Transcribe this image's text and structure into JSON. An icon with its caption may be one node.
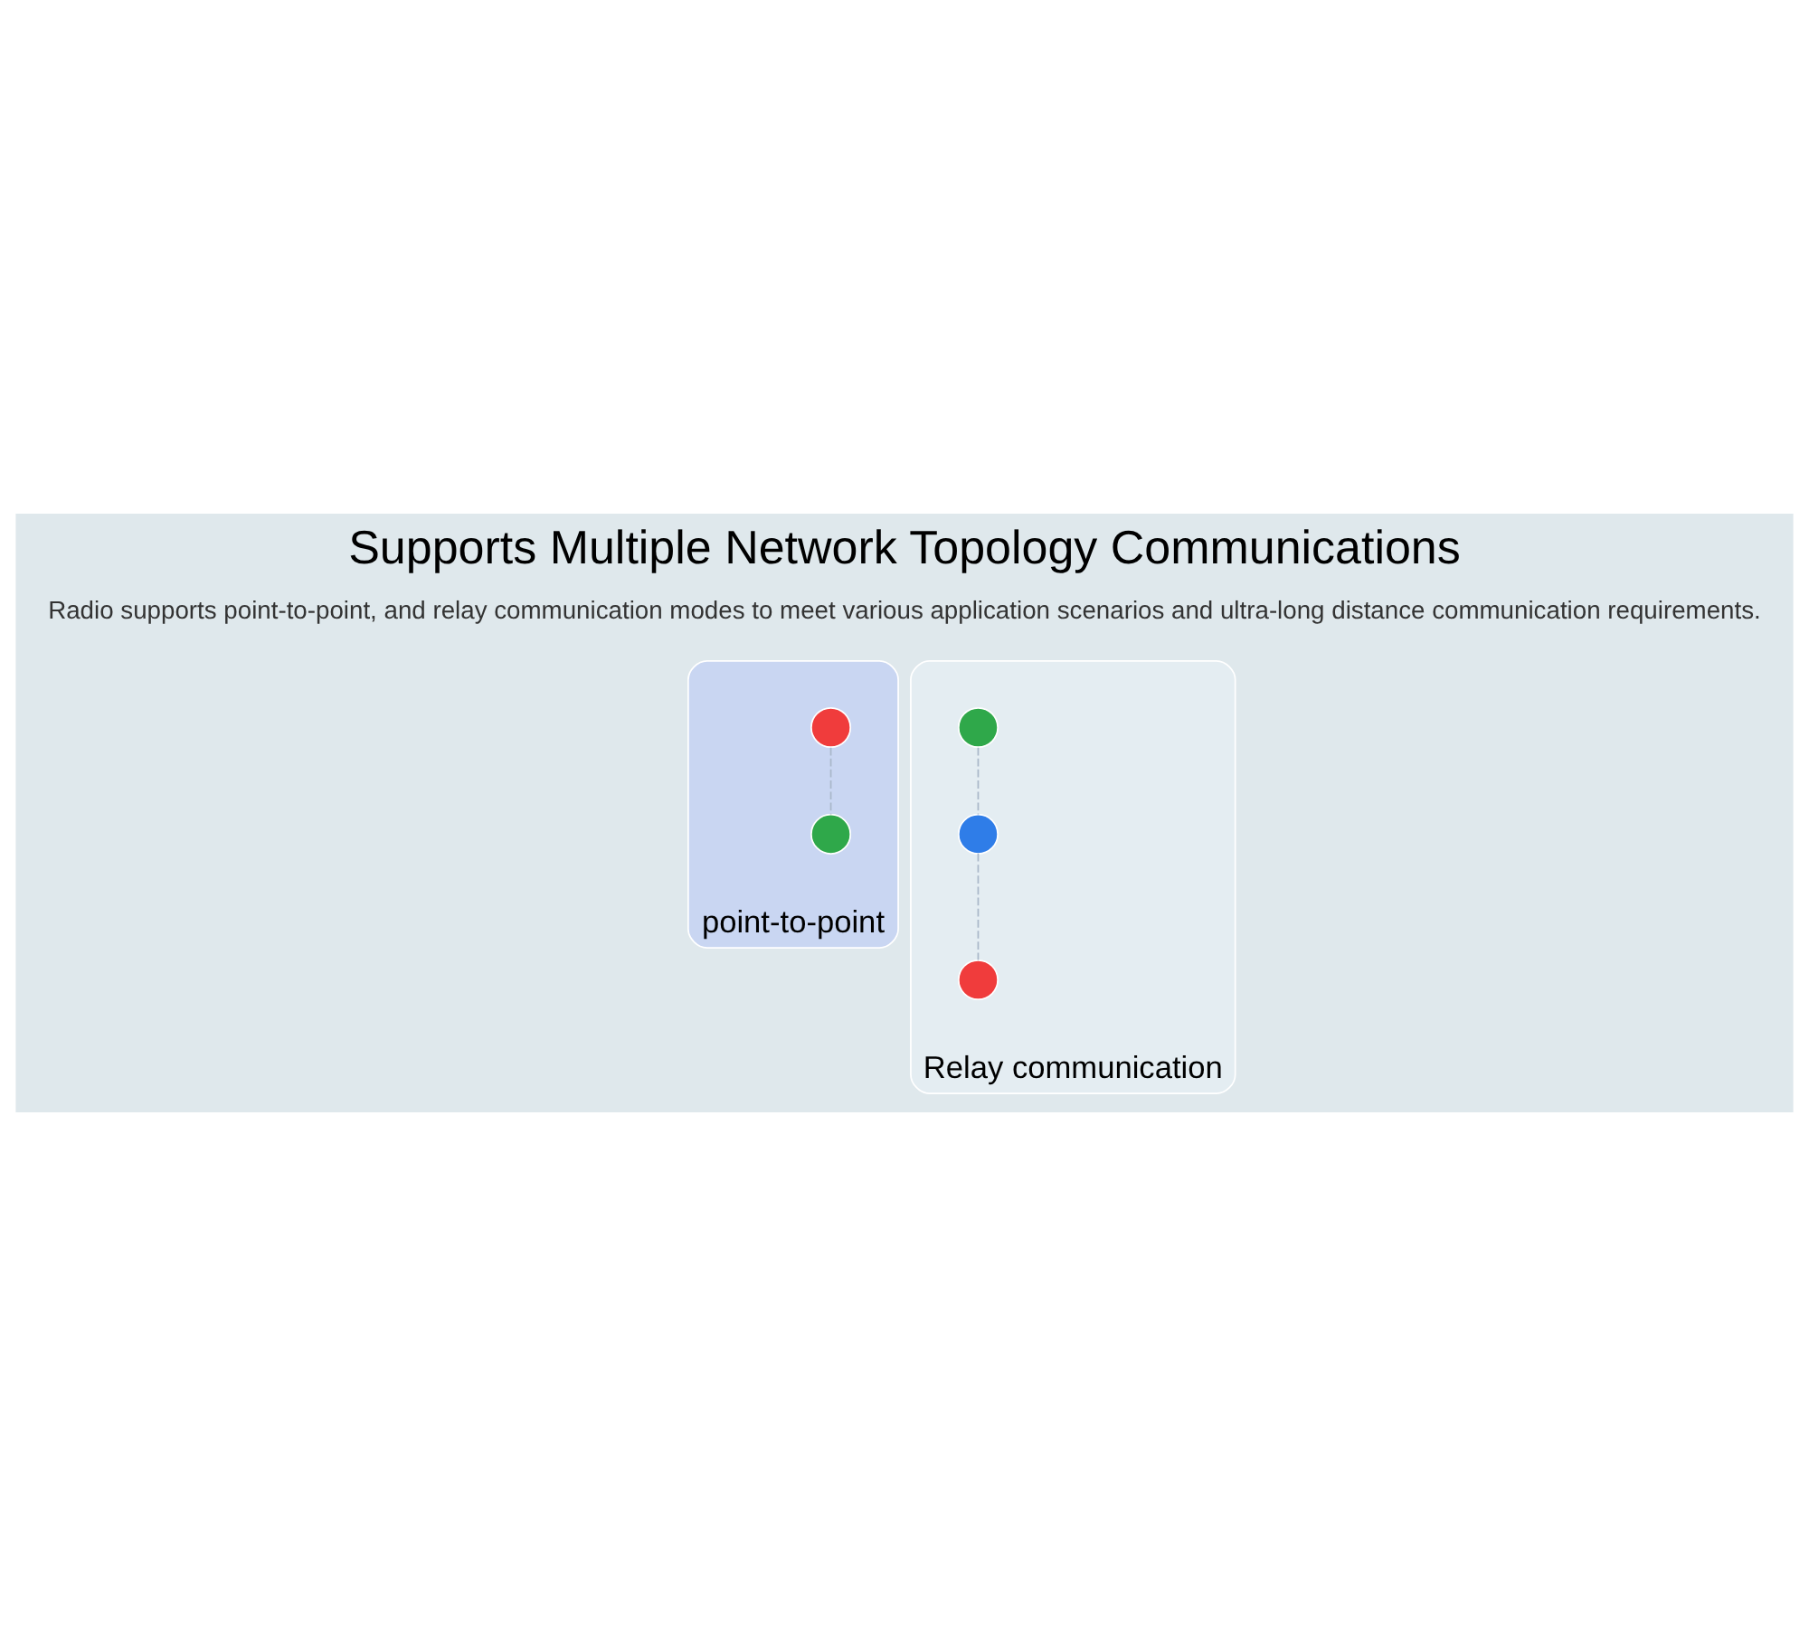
{
  "diagram": {
    "title": "Supports Multiple Network Topology Communications",
    "nodes": [
      {
        "text": [
          "point-to-point"
        ]
      },
      {
        "text": [],
        "shape": "circle",
        "in": 0
      },
      {
        "text": [],
        "shape": "circle",
        "in": 0
      },
      {
        "text": [
          "Relay communication"
        ]
      },
      {
        "text": [],
        "shape": "circle",
        "in": 3
      },
      {
        "text": [],
        "shape": "circle",
        "in": 3
      },
      {
        "text": [],
        "shape": "circle",
        "in": 3
      }
    ],
    "edges": [
      {
        "from": 1,
        "to": 2,
        "arrow": "none",
        "style": "dashed"
      },
      {
        "from": 4,
        "to": 5,
        "arrow": "none",
        "style": "dashed"
      },
      {
        "from": 5,
        "to": 6,
        "arrow": "none",
        "style": "dashed"
      }
    ],
    "labels": [
      "Radio supports point-to-point, and relay communication modes to meet various application scenarios and ultra-long distance communication requirements."
    ]
  }
}
